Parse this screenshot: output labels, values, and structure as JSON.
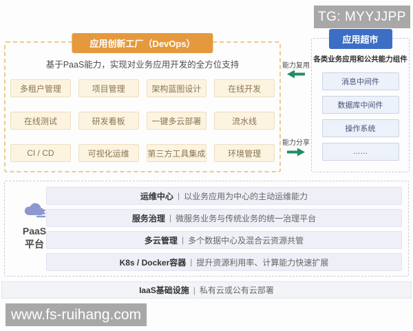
{
  "watermarks": {
    "top_right": "TG: MYYJJPP",
    "bottom_left": "www.fs-ruihang.com"
  },
  "devops": {
    "title": "应用创新工厂（DevOps）",
    "subtitle": "基于PaaS能力，实现对业务应用开发的全方位支持",
    "buttons": [
      "多租户管理",
      "项目管理",
      "架构蓝图设计",
      "在线开发",
      "在线测试",
      "研发看板",
      "一键多云部署",
      "流水线",
      "CI / CD",
      "可视化运维",
      "第三方工具集成",
      "环境管理"
    ]
  },
  "arrows": {
    "reuse_label": "能力复用",
    "share_label": "能力分享",
    "reuse_icon": "arrow-left-icon",
    "share_icon": "arrow-right-icon",
    "color": "#1e8f63"
  },
  "appstore": {
    "title": "应用超市",
    "subtitle": "各类业务应用和公共能力组件",
    "items": [
      "消息中间件",
      "数据库中间件",
      "操作系统",
      "……"
    ]
  },
  "paas": {
    "label_line1": "PaaS",
    "label_line2": "平台",
    "icon": "cloud-server-icon",
    "sep": "|",
    "rows": [
      {
        "title": "运维中心",
        "desc": "以业务应用为中心的主动运维能力"
      },
      {
        "title": "服务治理",
        "desc": "微服务业务与传统业务的统一治理平台"
      },
      {
        "title": "多云管理",
        "desc": "多个数据中心及混合云资源共管"
      },
      {
        "title": "K8s / Docker容器",
        "desc": "提升资源利用率、计算能力快速扩展"
      }
    ]
  },
  "iaas": {
    "title": "IaaS基础设施",
    "desc": "私有云或公有云部署"
  },
  "colors": {
    "devops_accent": "#e5993d",
    "devops_button_bg": "#fcf4e1",
    "store_accent": "#3d6ec6",
    "store_item_bg": "#edf1f9",
    "arrow_green": "#1e8f63",
    "paas_row_bg": "#eeeff7",
    "iaas_bg": "#f2f4f8",
    "watermark_gray": "#a8a8a8"
  }
}
